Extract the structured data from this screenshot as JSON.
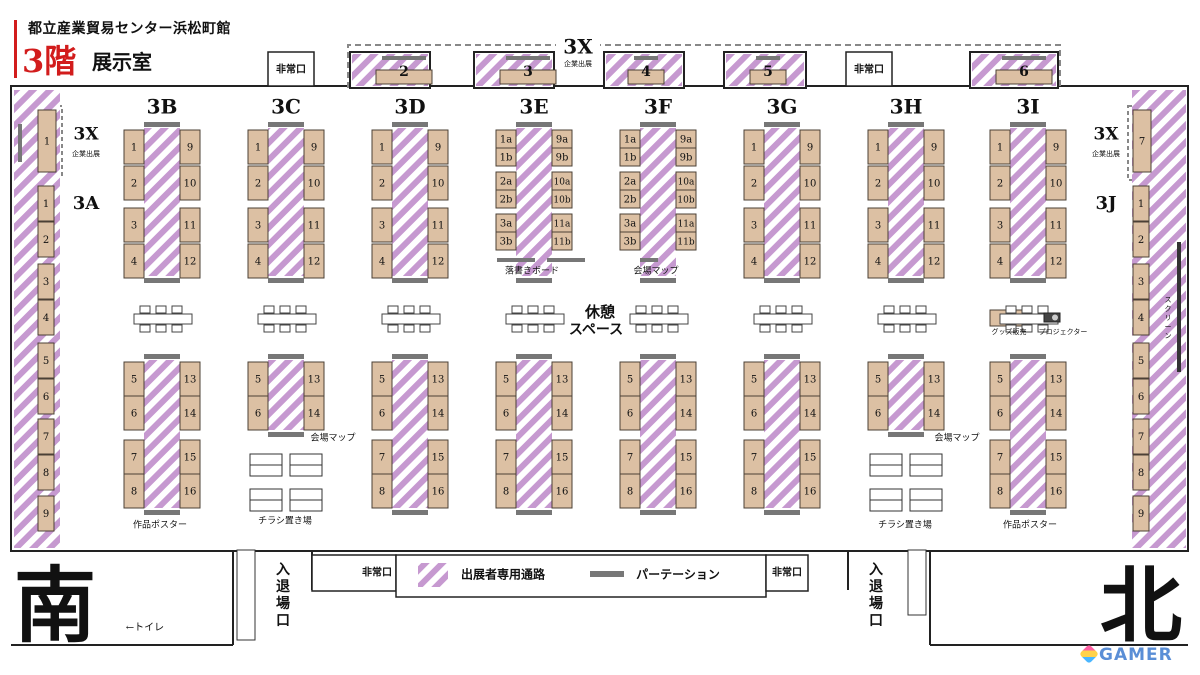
{
  "header": {
    "venue": "都立産業貿易センター浜松町館",
    "floor_number": "3階",
    "floor_room": "展示室"
  },
  "colors": {
    "booth": "#dcc0a3",
    "booth_border": "#4b4036",
    "stripe_purple": "#c699d0",
    "partition": "#777777",
    "floor_accent": "#d21c1c"
  },
  "blocks": [
    {
      "label": "3B",
      "top_left": [
        "1",
        "2",
        "3",
        "4"
      ],
      "top_right": [
        "9",
        "10",
        "11",
        "12"
      ],
      "bottom_left": [
        "5",
        "6",
        "7",
        "8"
      ],
      "bottom_right": [
        "13",
        "14",
        "15",
        "16"
      ]
    },
    {
      "label": "3C",
      "top_left": [
        "1",
        "2",
        "3",
        "4"
      ],
      "top_right": [
        "9",
        "10",
        "11",
        "12"
      ],
      "bottom_left": [
        "5",
        "6"
      ],
      "bottom_right": [
        "13",
        "14"
      ]
    },
    {
      "label": "3D",
      "top_left": [
        "1",
        "2",
        "3",
        "4"
      ],
      "top_right": [
        "9",
        "10",
        "11",
        "12"
      ],
      "bottom_left": [
        "5",
        "6",
        "7",
        "8"
      ],
      "bottom_right": [
        "13",
        "14",
        "15",
        "16"
      ]
    },
    {
      "label": "3E",
      "top_left": [
        "1a",
        "1b",
        "2a",
        "2b",
        "3a",
        "3b"
      ],
      "top_right": [
        "9a",
        "9b",
        "10a",
        "10b",
        "11a",
        "11b"
      ],
      "bottom_left": [
        "5",
        "6",
        "7",
        "8"
      ],
      "bottom_right": [
        "13",
        "14",
        "15",
        "16"
      ]
    },
    {
      "label": "3F",
      "top_left": [
        "1a",
        "1b",
        "2a",
        "2b",
        "3a",
        "3b"
      ],
      "top_right": [
        "9a",
        "9b",
        "10a",
        "10b",
        "11a",
        "11b"
      ],
      "bottom_left": [
        "5",
        "6",
        "7",
        "8"
      ],
      "bottom_right": [
        "13",
        "14",
        "15",
        "16"
      ]
    },
    {
      "label": "3G",
      "top_left": [
        "1",
        "2",
        "3",
        "4"
      ],
      "top_right": [
        "9",
        "10",
        "11",
        "12"
      ],
      "bottom_left": [
        "5",
        "6",
        "7",
        "8"
      ],
      "bottom_right": [
        "13",
        "14",
        "15",
        "16"
      ]
    },
    {
      "label": "3H",
      "top_left": [
        "1",
        "2",
        "3",
        "4"
      ],
      "top_right": [
        "9",
        "10",
        "11",
        "12"
      ],
      "bottom_left": [
        "5",
        "6"
      ],
      "bottom_right": [
        "13",
        "14"
      ]
    },
    {
      "label": "3I",
      "top_left": [
        "1",
        "2",
        "3",
        "4"
      ],
      "top_right": [
        "9",
        "10",
        "11",
        "12"
      ],
      "bottom_left": [
        "5",
        "6",
        "7",
        "8"
      ],
      "bottom_right": [
        "13",
        "14",
        "15",
        "16"
      ]
    }
  ],
  "wall_3a": {
    "label": "3A",
    "booths": [
      "1",
      "2",
      "3",
      "4",
      "5",
      "6",
      "7",
      "8",
      "9"
    ],
    "x_booth": "1"
  },
  "wall_3j": {
    "label": "3J",
    "booths": [
      "1",
      "2",
      "3",
      "4",
      "5",
      "6",
      "7",
      "8",
      "9"
    ],
    "x_booth": "7"
  },
  "corporate": {
    "label": "3X",
    "sublabel": "企業出展",
    "top_booths": [
      "2",
      "3",
      "4",
      "5",
      "6"
    ]
  },
  "labels": {
    "emergency_exit": "非常口",
    "entrance": "入退場口",
    "rest_space": "休憩スペース",
    "graffiti_board": "落書きボード",
    "venue_map": "会場マップ",
    "artwork_poster": "作品ポスター",
    "flyer_area": "チラシ置き場",
    "goods_sales": "グッズ販売",
    "projector": "プロジェクター",
    "screen": "スクリーン",
    "toilet": "←トイレ",
    "south": "南",
    "north": "北"
  },
  "legend": {
    "exhibitor_aisle": "出展者専用通路",
    "partition": "パーテーション"
  },
  "watermark": "GAMER"
}
